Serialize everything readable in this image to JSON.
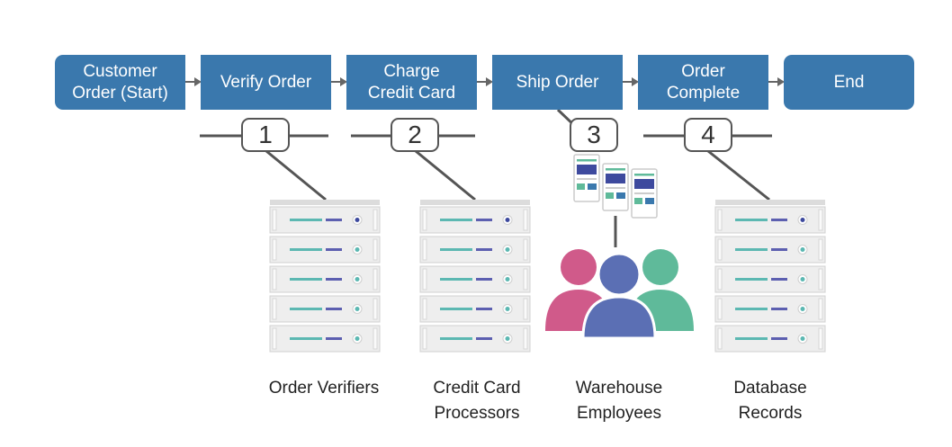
{
  "process": {
    "steps": [
      {
        "label": "Customer\nOrder (Start)"
      },
      {
        "label": "Verify Order"
      },
      {
        "label": "Charge\nCredit Card"
      },
      {
        "label": "Ship Order"
      },
      {
        "label": "Order\nComplete"
      },
      {
        "label": "End"
      }
    ],
    "checkpoints": [
      "1",
      "2",
      "3",
      "4"
    ]
  },
  "resources": [
    {
      "label": "Order Verifiers",
      "icon": "server-rack-icon"
    },
    {
      "label": "Credit Card\nProcessors",
      "icon": "server-rack-icon"
    },
    {
      "label": "Warehouse\nEmployees",
      "icon": "people-group-icon"
    },
    {
      "label": "Database\nRecords",
      "icon": "server-rack-icon"
    }
  ],
  "colors": {
    "step_fill": "#3a78ad",
    "connector": "#555555",
    "person_pink": "#d05a8a",
    "person_blue": "#5b6fb4",
    "person_green": "#5fba9a",
    "server_teal": "#5cb8b2",
    "server_indigo": "#5c5fb0",
    "server_body": "#eeeeee"
  }
}
